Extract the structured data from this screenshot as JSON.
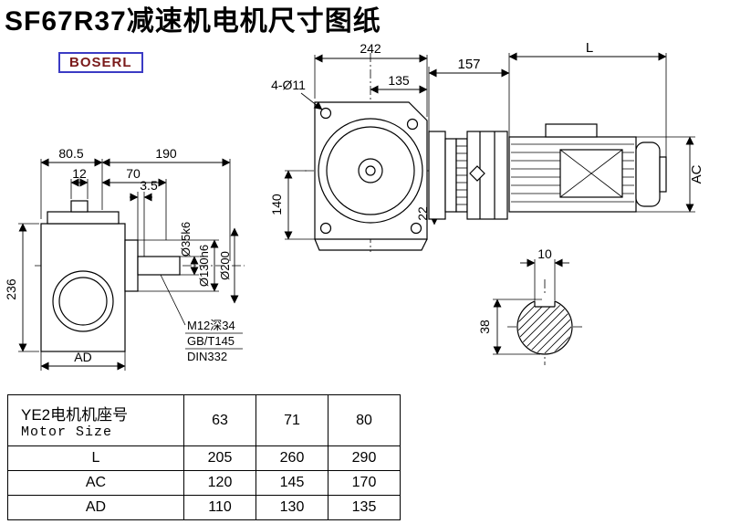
{
  "page": {
    "title": "SF67R37减速机电机尺寸图纸",
    "brand": "BOSERL"
  },
  "colors": {
    "brand_border": "#3b3bc4",
    "brand_text": "#7a1a1a",
    "drawing_line": "#000000",
    "background": "#ffffff"
  },
  "drawing": {
    "side_view": {
      "d80_5": "80.5",
      "d190": "190",
      "d12": "12",
      "d70": "70",
      "d3_5": "3.5",
      "d236": "236",
      "dAD": "AD",
      "shaft_dia": "Ø35k6",
      "hub_dia": "Ø130h6",
      "flange_dia": "Ø200",
      "note1": "M12深34",
      "note2": "GB/T145",
      "note3": "DIN332"
    },
    "front_view": {
      "d242": "242",
      "d135": "135",
      "bolt_holes": "4-Ø11",
      "d140": "140",
      "d22": "22"
    },
    "motor_view": {
      "d157": "157",
      "dL": "L",
      "dAC": "AC"
    },
    "shaft_section": {
      "d10": "10",
      "d38": "38"
    }
  },
  "table": {
    "header": {
      "line1": "YE2电机机座号",
      "line2": "Motor Size"
    },
    "columns": [
      "63",
      "71",
      "80"
    ],
    "rows": [
      {
        "label": "L",
        "values": [
          "205",
          "260",
          "290"
        ]
      },
      {
        "label": "AC",
        "values": [
          "120",
          "145",
          "170"
        ]
      },
      {
        "label": "AD",
        "values": [
          "110",
          "130",
          "135"
        ]
      }
    ]
  }
}
